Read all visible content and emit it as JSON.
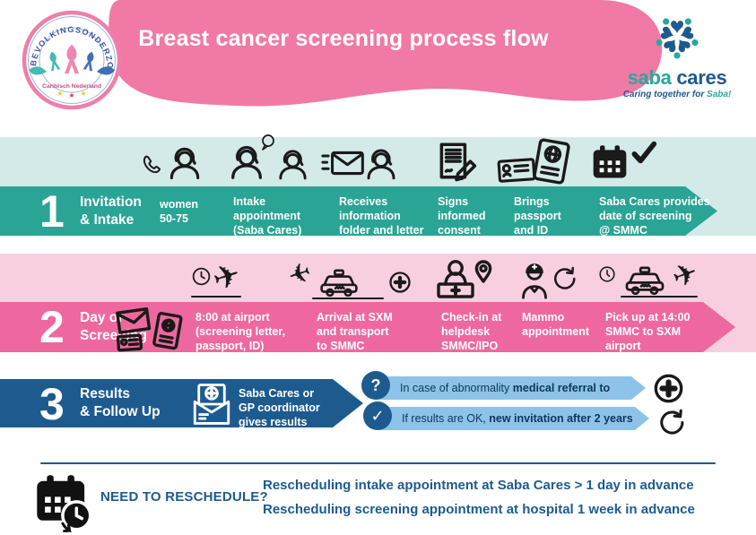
{
  "colors": {
    "header_pink": "#f07aa5",
    "teal": "#2aa494",
    "teal_light": "#d4eae8",
    "pink": "#ee689f",
    "pink_light": "#f8cfe0",
    "blue": "#1d5b8f",
    "blue_light": "#8dc3e8",
    "icon_black": "#1a1a1a"
  },
  "header": {
    "title": "Breast cancer screening process flow",
    "badge": {
      "arc_text": "BEVOLKINGSONDERZOEK",
      "sub_text": "Caribisch Nederland",
      "star_glyph": "★"
    },
    "saba": {
      "name_1": "saba",
      "name_2": "cares",
      "tagline_1": "Caring together for",
      "tagline_2": "Saba!"
    }
  },
  "rows": [
    {
      "number": "1",
      "title": "Invitation\n& Intake",
      "steps": [
        {
          "icon": "phone-woman",
          "label": "women\n50-75"
        },
        {
          "icon": "intake-women-speech-bubble",
          "label": "Intake\nappointment\n(Saba Cares)"
        },
        {
          "icon": "envelope-woman",
          "label": "Receives\ninformation\nfolder and letter"
        },
        {
          "icon": "document-pen",
          "label": "Signs\ninformed\nconsent"
        },
        {
          "icon": "id-card-passport",
          "label": "Brings\npassport\nand ID"
        },
        {
          "icon": "calendar-check",
          "label": "Saba Cares provides\ndate of screening\n@ SMMC"
        }
      ]
    },
    {
      "number": "2",
      "title": "Day of\nScreening",
      "band_icon": "screening-letter-passport-id",
      "steps": [
        {
          "icon": "clock-plane-departure",
          "label": "8:00 at airport\n(screening letter,\npassport, ID)"
        },
        {
          "icon": "plane-arrival-taxi-medical",
          "label": "Arrival at SXM\nand transport\nto SMMC"
        },
        {
          "icon": "helpdesk-location-pin",
          "label": "Check-in at\nhelpdesk\nSMMC/IPO"
        },
        {
          "icon": "nurse-repeat",
          "label": "Mammo\nappointment"
        },
        {
          "icon": "clock-taxi-plane",
          "label": "Pick up at 14:00\nSMMC to SXM\nairport"
        }
      ]
    },
    {
      "number": "3",
      "title": "Results\n& Follow Up",
      "steps": [
        {
          "icon": "results-envelope-medical",
          "label": "Saba Cares or\nGP coordinator\ngives results"
        }
      ]
    }
  ],
  "callouts": [
    {
      "badge_glyph": "?",
      "text": "In case of abnormality ",
      "bold": "medical referral to SMMC",
      "side_icon": "medical-plus-circle"
    },
    {
      "badge_glyph": "✓",
      "text": "If results are OK, ",
      "bold": "new invitation after 2 years",
      "side_icon": "repeat-arrow"
    }
  ],
  "footer": {
    "heading": "NEED TO RESCHEDULE?",
    "lines": [
      {
        "text": "Rescheduling intake appointment at Saba Cares ",
        "bold": "> 1 day in advance"
      },
      {
        "text": "Rescheduling screening appointment at hospital ",
        "bold": "1 week in advance"
      }
    ]
  }
}
